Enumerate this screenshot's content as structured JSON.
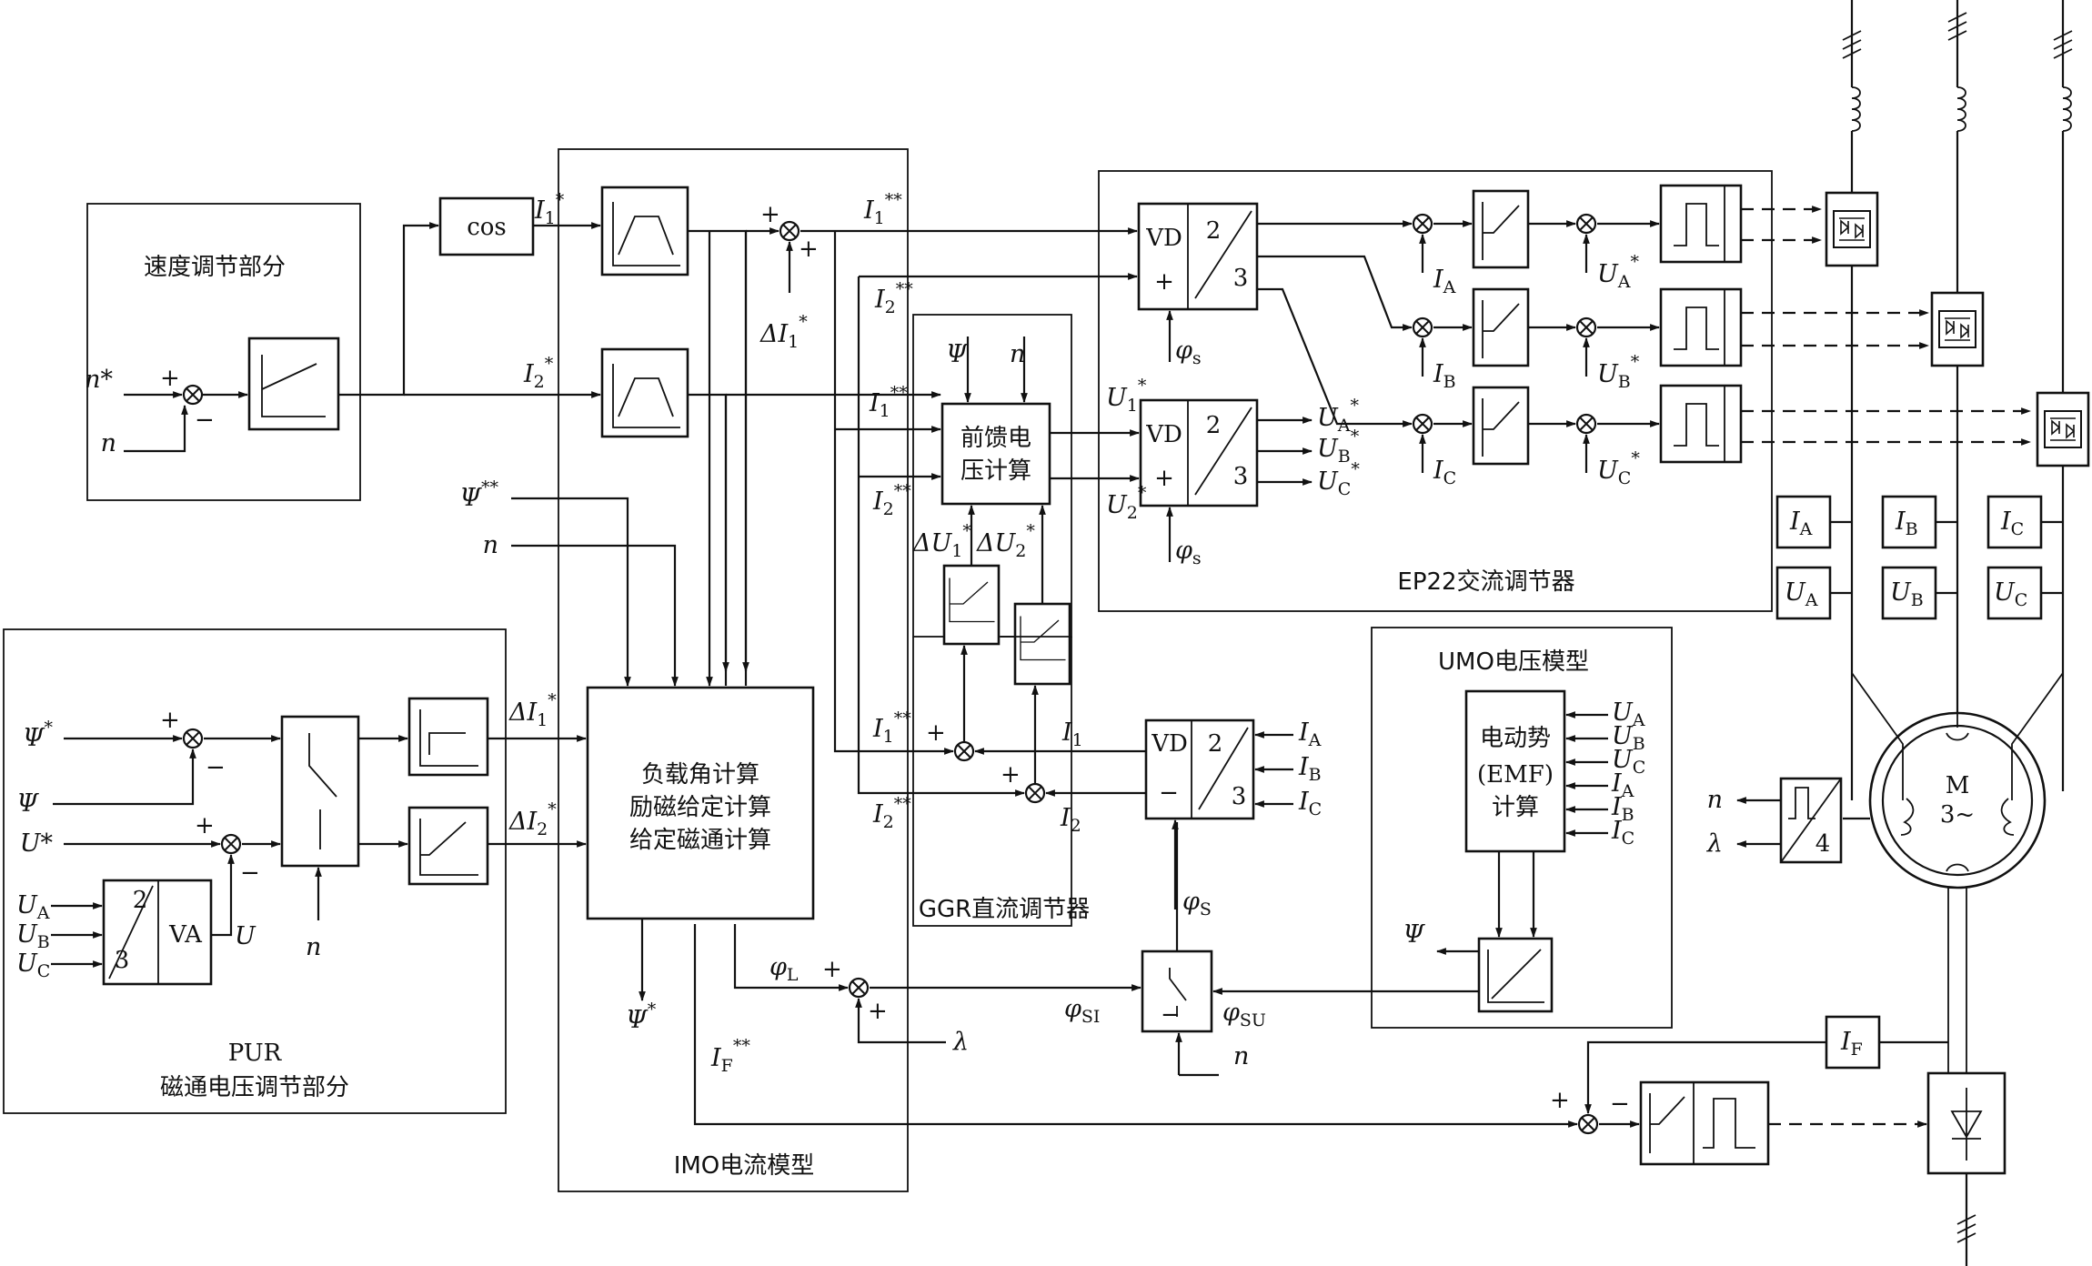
{
  "sections": {
    "speed": "速度调节部分",
    "pur_line1": "PUR",
    "pur_line2": "磁通电压调节部分",
    "imo": "IMO电流模型",
    "ggr": "GGR直流调节器",
    "ep22": "EP22交流调节器",
    "umo": "UMO电压模型"
  },
  "blocks": {
    "cos": "cos",
    "feedforward_line1": "前馈电",
    "feedforward_line2": "压计算",
    "load_line1": "负载角计算",
    "load_line2": "励磁给定计算",
    "load_line3": "给定磁通计算",
    "emf_line1": "电动势",
    "emf_line2": "(EMF)",
    "emf_line3": "计算",
    "vd": "VD",
    "va": "VA",
    "two": "2",
    "three": "3",
    "four": "4",
    "plus": "+",
    "minus": "−",
    "motor_line1": "M",
    "motor_line2": "3~"
  },
  "signals": {
    "n_star": "n*",
    "n": "n",
    "psi_star": "Ψ*",
    "psi": "Ψ",
    "psi_2star": "Ψ**",
    "u_star": "U*",
    "u": "U",
    "lambda": "λ",
    "I": "I",
    "U": "U",
    "dI": "ΔI",
    "dU": "ΔU",
    "phi": "φ",
    "sub_1": "1",
    "sub_2": "2",
    "sub_A": "A",
    "sub_B": "B",
    "sub_C": "C",
    "sub_F": "F",
    "sub_L": "L",
    "sub_S": "S",
    "sub_s": "s",
    "sub_SI": "SI",
    "sub_SU": "SU",
    "star": "*",
    "dstar": "**"
  }
}
